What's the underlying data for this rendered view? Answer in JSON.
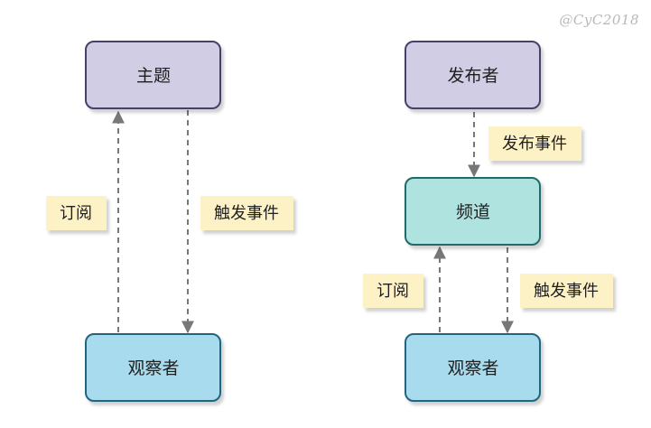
{
  "watermark": "@CyC2018",
  "left": {
    "subject": "主题",
    "observer": "观察者",
    "subscribe": "订阅",
    "trigger": "触发事件"
  },
  "right": {
    "publisher": "发布者",
    "publish_event": "发布事件",
    "channel": "频道",
    "subscribe": "订阅",
    "trigger": "触发事件",
    "observer": "观察者"
  },
  "colors": {
    "purple_fill": "#d0cde4",
    "purple_stroke": "#4a3f6b",
    "teal_fill": "#aee3e0",
    "teal_stroke": "#226b6b",
    "blue_fill": "#a9dbee",
    "blue_stroke": "#20657d",
    "note_fill": "#fdf1c6",
    "arrow": "#777777"
  }
}
